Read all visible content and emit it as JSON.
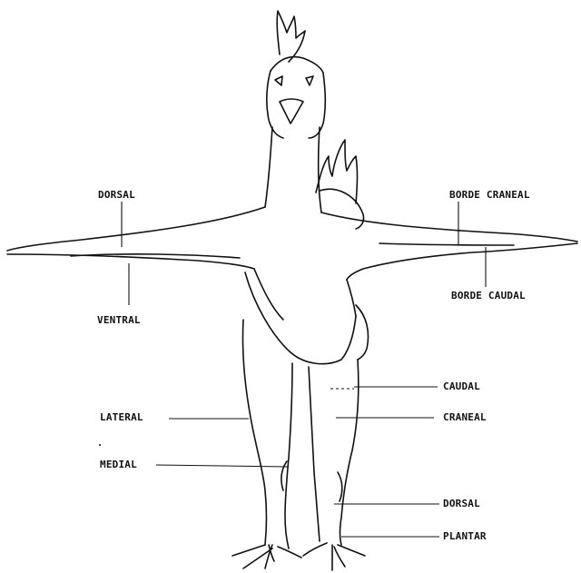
{
  "diagram": {
    "labels": {
      "dorsal_wing": "DORSAL",
      "ventral_wing": "VENTRAL",
      "borde_craneal": "BORDE CRANEAL",
      "borde_caudal": "BORDE CAUDAL",
      "caudal_leg": "CAUDAL",
      "craneal_leg": "CRANEAL",
      "lateral_leg": "LATERAL",
      "medial_leg": "MEDIAL",
      "dorsal_foot": "DORSAL",
      "plantar_foot": "PLANTAR"
    },
    "colors": {
      "ink": "#111111",
      "paper": "#ffffff"
    }
  }
}
